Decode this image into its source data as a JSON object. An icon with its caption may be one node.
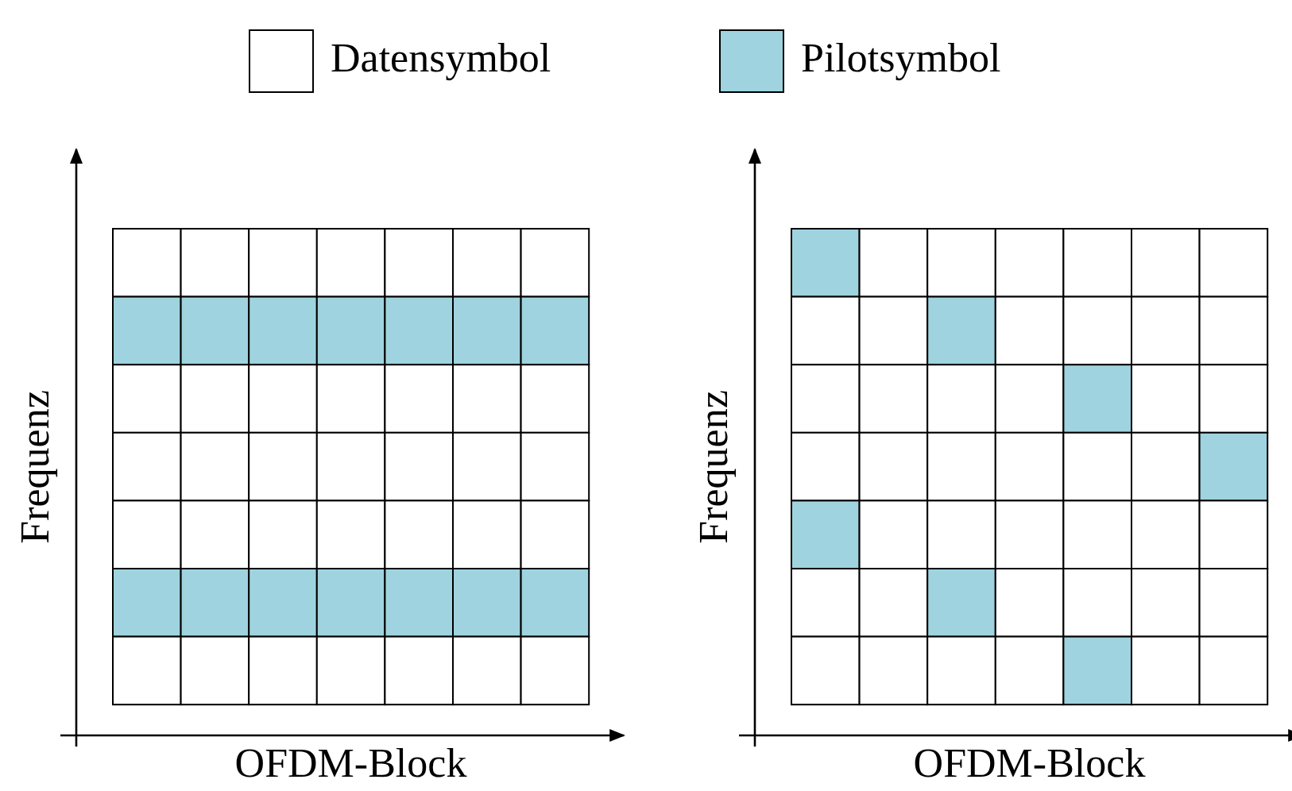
{
  "diagram": {
    "labels": [
      "Frequenz",
      "OFDM-Block",
      "Frequenz",
      "OFDM-Block"
    ],
    "legend": [
      {
        "text": "Datensymbol",
        "color": "#ffffff"
      },
      {
        "text": "Pilotsymbol",
        "color": "#9fd3df"
      }
    ]
  }
}
